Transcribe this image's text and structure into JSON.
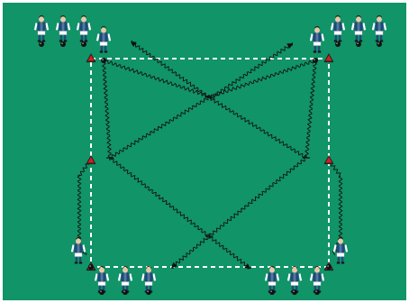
{
  "drill": {
    "pitch_color": "#109468",
    "boundary_color": "#ffffff",
    "path_color": "#111111",
    "player_kit": {
      "shirt": "#1d4a78",
      "sleeves": "#ffffff",
      "shorts": "#ffffff",
      "socks": "#1d4a78",
      "skin": "#e8c8a8",
      "hair": "#2a1a10"
    },
    "ball_color": "#111111",
    "cone_colors": {
      "red": "#d21f1f",
      "black": "#222222"
    },
    "groups": [
      {
        "name": "top-left-group",
        "players": 4,
        "balls": 3
      },
      {
        "name": "top-right-group",
        "players": 4,
        "balls": 3
      },
      {
        "name": "bottom-left-group",
        "players": 4,
        "balls": 3
      },
      {
        "name": "bottom-right-group",
        "players": 4,
        "balls": 3
      }
    ],
    "cones": 6,
    "dribbling_paths": 8,
    "icons": [
      "player-icon",
      "ball-icon",
      "cone-icon",
      "arrow-head-icon"
    ]
  }
}
